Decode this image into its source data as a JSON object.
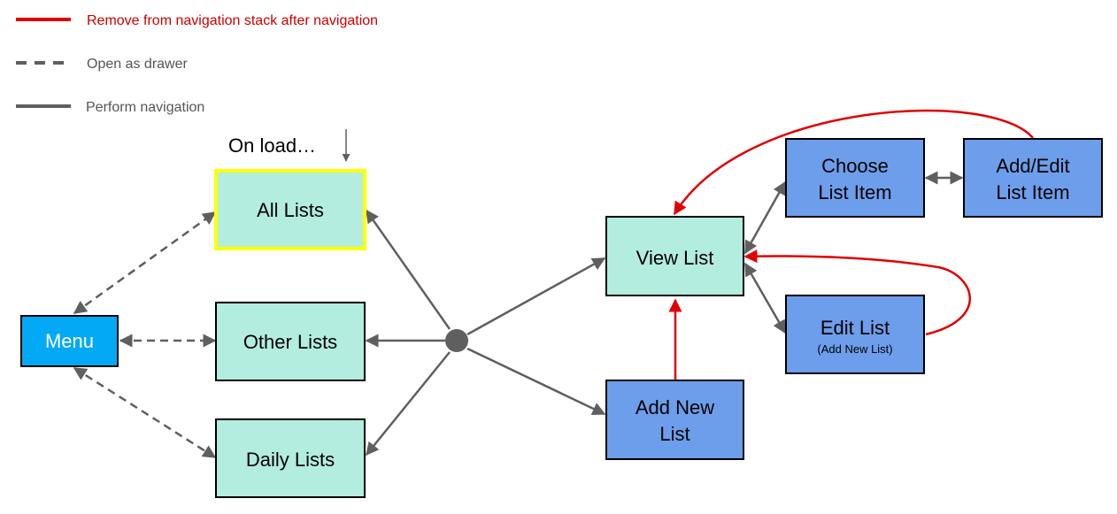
{
  "legend": {
    "remove": "Remove from navigation stack after navigation",
    "drawer": "Open as drawer",
    "navigate": "Perform navigation"
  },
  "on_load": "On load…",
  "nodes": {
    "menu": "Menu",
    "all_lists": "All Lists",
    "other_lists": "Other Lists",
    "daily_lists": "Daily Lists",
    "view_list": "View List",
    "add_new_list_line1": "Add New",
    "add_new_list_line2": "List",
    "choose_list_item_line1": "Choose",
    "choose_list_item_line2": "List Item",
    "add_edit_list_item_line1": "Add/Edit",
    "add_edit_list_item_line2": "List Item",
    "edit_list": "Edit List",
    "edit_list_sub": "(Add New List)"
  },
  "colors": {
    "screen_teal": "#b2ede0",
    "screen_blue": "#6d9eeb",
    "menu_blue": "#03a9f4",
    "highlight_yellow": "#ffff00",
    "edge_gray": "#5f5f5f",
    "edge_red": "#e00000",
    "legend_red_text": "#cc0000",
    "legend_gray_text": "#555555"
  }
}
